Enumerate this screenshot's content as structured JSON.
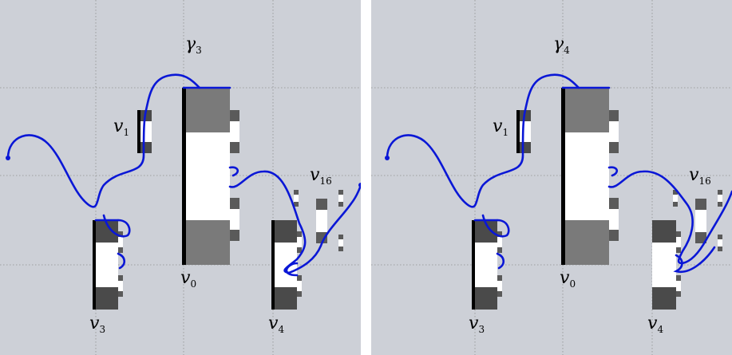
{
  "panels": [
    {
      "gamma": {
        "base": "γ",
        "sub": "3"
      },
      "labels": {
        "v1": {
          "base": "v",
          "sub": "1"
        },
        "v0": {
          "base": "v",
          "sub": "0"
        },
        "v3": {
          "base": "v",
          "sub": "3"
        },
        "v4": {
          "base": "v",
          "sub": "4"
        },
        "v16": {
          "base": "v",
          "sub": "16"
        }
      }
    },
    {
      "gamma": {
        "base": "γ",
        "sub": "4"
      },
      "labels": {
        "v1": {
          "base": "v",
          "sub": "1"
        },
        "v0": {
          "base": "v",
          "sub": "0"
        },
        "v3": {
          "base": "v",
          "sub": "3"
        },
        "v4": {
          "base": "v",
          "sub": "4"
        },
        "v16": {
          "base": "v",
          "sub": "16"
        }
      }
    }
  ],
  "colors": {
    "background": "#cdd0d7",
    "curve": "#0a17d6",
    "block_dark": "#4a4a4a",
    "block_mid": "#7a7a7a",
    "block_light": "#ffffff",
    "grid": "#8e8e8e"
  }
}
